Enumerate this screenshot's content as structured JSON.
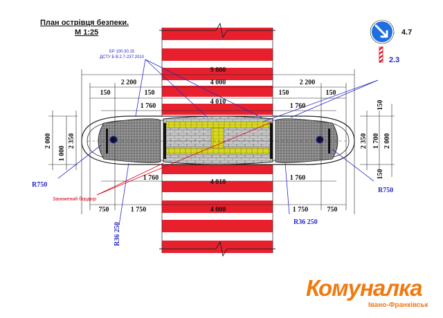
{
  "title": {
    "line1": "План острівця безпеки.",
    "line2": "М 1:25"
  },
  "standard": {
    "line1": "БР 100.30.15",
    "line2": "ДСТУ Б В.2.7-237:2010"
  },
  "sign": {
    "code": "4.7"
  },
  "marking": {
    "code": "2.3"
  },
  "note": {
    "text": "Занижений бордюр"
  },
  "radius": {
    "left": "R750",
    "right": "R750",
    "left_small": "R36 250",
    "right_small": "R36 250"
  },
  "dims": {
    "total": "9 000",
    "island": "4 000",
    "side_top_left": "2 200",
    "side_top_right": "2 200",
    "gap_top_left": "150",
    "gap_top_left2": "150",
    "gap_top_right": "150",
    "gap_top_right2": "150",
    "cut_top_left": "1 760",
    "cut_top_right": "1 760",
    "inner_top": "4 010",
    "cut_bottom_left": "1 760",
    "cut_bottom_right": "1 760",
    "inner_bottom": "4 010",
    "bot_left_750": "750",
    "bot_left_1750": "1 750",
    "bot_mid": "4 000",
    "bot_right_1750": "1 750",
    "bot_right_750": "750",
    "left_2000": "2 000",
    "left_1000": "1 000",
    "left_2350": "2 350",
    "right_2350": "2 350",
    "right_1700": "1 700",
    "right_2000": "2 000",
    "right_150_top": "150",
    "right_150_bot": "150"
  },
  "logo": {
    "name": "Комуналка",
    "city": "Івано-Франківськ"
  },
  "colors": {
    "red": "#e8202e",
    "blue": "#2626c8",
    "orange": "#f07a10",
    "stone": "#8a8a8a",
    "yellow": "#d8d820"
  }
}
